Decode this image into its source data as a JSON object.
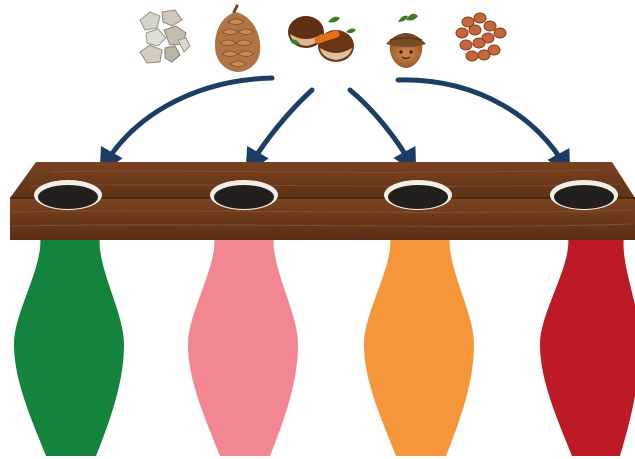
{
  "items": [
    {
      "name": "pebbles",
      "icon": "pebbles-icon"
    },
    {
      "name": "pinecone",
      "icon": "pinecone-icon"
    },
    {
      "name": "chestnuts",
      "icon": "chestnut-icon"
    },
    {
      "name": "acorn",
      "icon": "acorn-icon"
    },
    {
      "name": "beans",
      "icon": "beans-icon"
    }
  ],
  "board": {
    "color": "#6b3a1c",
    "hole_count": 4
  },
  "arrow_color": "#1d3e64",
  "vases": [
    {
      "name": "green-vase",
      "color": "#13833e"
    },
    {
      "name": "pink-vase",
      "color": "#f38791"
    },
    {
      "name": "orange-vase",
      "color": "#f6963a"
    },
    {
      "name": "red-vase",
      "color": "#bc1a27"
    }
  ]
}
